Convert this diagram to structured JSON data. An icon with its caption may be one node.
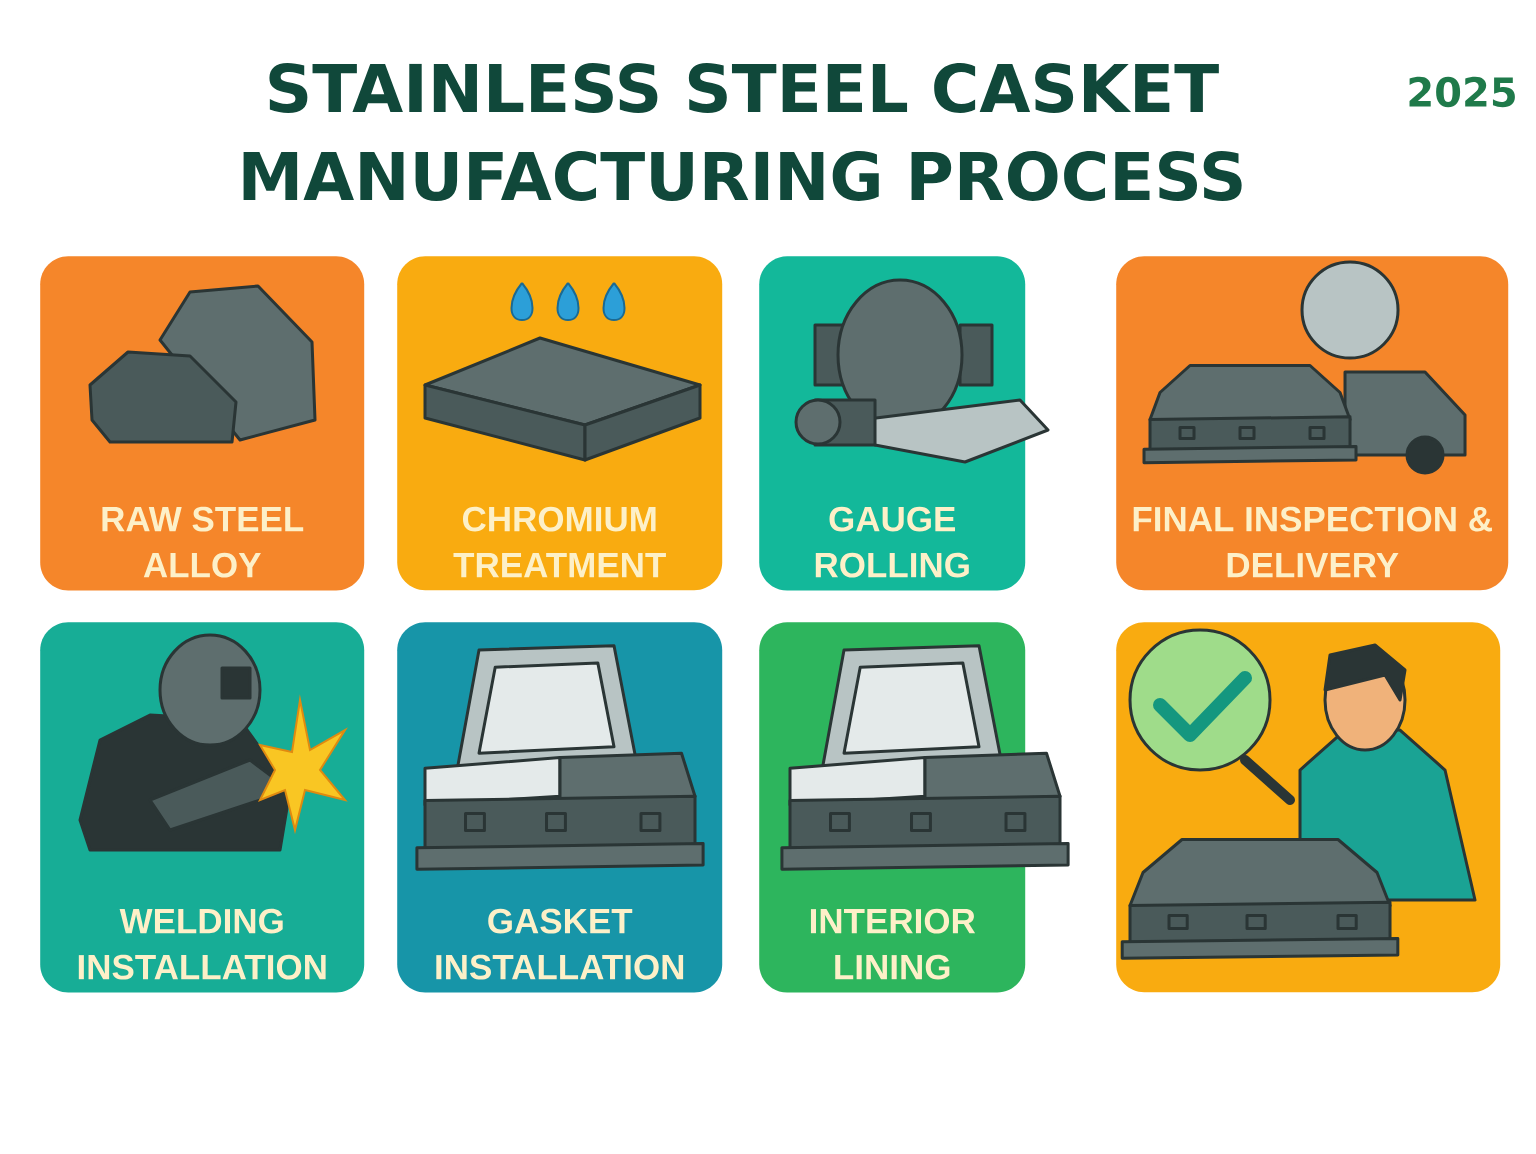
{
  "diagram": {
    "title": "STAINLESS STEEL CASKET MANUFACTURING PROCESS",
    "nodes": [
      {
        "text": [
          "RAW STEEL ALLOY"
        ]
      },
      {
        "text": [
          "CHROMIUM TREATMENT"
        ]
      },
      {
        "text": [
          "GAUGE ROLLING"
        ]
      },
      {
        "text": [
          "FINAL INSPECTION & DELIVERY"
        ]
      },
      {
        "text": [
          "WELDING INSTALLATION"
        ]
      },
      {
        "text": [
          "GASKET INSTALLATION"
        ]
      },
      {
        "text": [
          "INTERIOR LINING"
        ]
      },
      {
        "text": [],
        "shape": "picture"
      }
    ],
    "labels": [
      "2025"
    ]
  }
}
